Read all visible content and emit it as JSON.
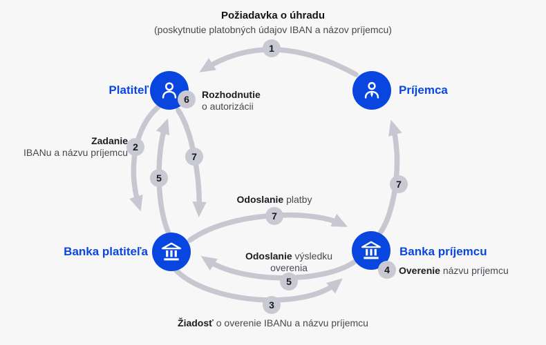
{
  "colors": {
    "accent_blue": "#0946df",
    "arrow_gray": "#c7c7d2",
    "badge_gray": "#c9c9d3",
    "background": "#f7f7f8",
    "text_primary": "#1b1b20",
    "text_secondary": "#47474f"
  },
  "header": {
    "title_bold": "Požiadavka o úhradu",
    "title_sub": "(poskytnutie platobných údajov IBAN a názov príjemcu)"
  },
  "nodes": {
    "payer": {
      "label": "Platiteľ",
      "icon": "person-icon"
    },
    "payee": {
      "label": "Príjemca",
      "icon": "person-tie-icon"
    },
    "payer_bank": {
      "label": "Banka platiteľa",
      "icon": "bank-icon"
    },
    "payee_bank": {
      "label": "Banka príjemcu",
      "icon": "bank-icon"
    }
  },
  "annotations": {
    "authorization": {
      "bold": "Rozhodnutie",
      "rest": "o autorizácii"
    },
    "iban_entry": {
      "bold": "Zadanie",
      "rest": "IBANu a názvu príjemcu"
    },
    "name_check": {
      "bold": "Overenie",
      "rest": "názvu príjemcu"
    },
    "payment_sent": {
      "bold": "Odoslanie",
      "rest": "platby"
    },
    "result_sent": {
      "bold": "Odoslanie",
      "rest": "výsledku",
      "rest2": "overenia"
    },
    "check_request": {
      "bold": "Žiadosť",
      "rest": "o overenie IBANu a názvu príjemcu"
    }
  },
  "steps": {
    "s1": "1",
    "s2": "2",
    "s3": "3",
    "s4": "4",
    "s5": "5",
    "s6": "6",
    "s7": "7"
  }
}
